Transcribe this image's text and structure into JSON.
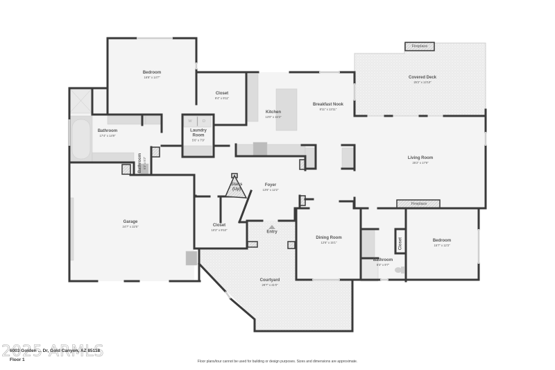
{
  "rooms": [
    {
      "id": "bedroom-1",
      "name": "Bedroom",
      "dims": "16'8\" x 14'7\""
    },
    {
      "id": "closet-1",
      "name": "Closet",
      "dims": "9'4\" x 9'11\""
    },
    {
      "id": "kitchen",
      "name": "Kitchen",
      "dims": "13'0\" x 16'3\""
    },
    {
      "id": "breakfast-nook",
      "name": "Breakfast Nook",
      "dims": "8'11\" x 13'11\""
    },
    {
      "id": "covered-deck",
      "name": "Covered Deck",
      "dims": "25'2\" x 13'10\""
    },
    {
      "id": "bathroom-1",
      "name": "Bathroom",
      "dims": "17'4\" x 14'9\""
    },
    {
      "id": "laundry-room",
      "name": "Laundry Room",
      "dims": "5'6\" x 7'9\""
    },
    {
      "id": "bathroom-2",
      "name": "Bathroom",
      "dims": "5'3\" x 5'2\""
    },
    {
      "id": "living-room",
      "name": "Living Room",
      "dims": "25'2\" x 17'9\""
    },
    {
      "id": "foyer",
      "name": "Foyer",
      "dims": "13'6\" x 12'2\""
    },
    {
      "id": "stairs",
      "name": "Stairs (Up)",
      "dims": ""
    },
    {
      "id": "garage",
      "name": "Garage",
      "dims": "24'7\" x 22'5\""
    },
    {
      "id": "closet-2",
      "name": "Closet",
      "dims": "10'2\" x 9'10\""
    },
    {
      "id": "entry",
      "name": "Entry",
      "dims": ""
    },
    {
      "id": "dining-room",
      "name": "Dining Room",
      "dims": "12'6\" x 15'1\""
    },
    {
      "id": "bathroom-3",
      "name": "Bathroom",
      "dims": "8'3\" x 9'7\""
    },
    {
      "id": "closet-3",
      "name": "Closet",
      "dims": ""
    },
    {
      "id": "bedroom-2",
      "name": "Bedroom",
      "dims": "15'7\" x 12'3\""
    },
    {
      "id": "courtyard",
      "name": "Courtyard",
      "dims": "29'7\" x 21'0\""
    }
  ],
  "features": {
    "fireplace_deck": "Fireplace",
    "fireplace_living": "Fireplace",
    "washer": "W",
    "dryer": "D"
  },
  "footer": {
    "address": "6003 Golden ... Dr, Gold Canyon, AZ 85118",
    "floor": "Floor 1",
    "disclaimer": "Floor plans/tour cannot be used for building or design purposes. Sizes and dimensions are approximate.",
    "watermark": "2025 ARMLS"
  },
  "colors": {
    "wall": "#3a3a3a",
    "floor": "#f4f4f4",
    "fixture": "#dcdcdc",
    "outdoor": "#eeeeee"
  }
}
